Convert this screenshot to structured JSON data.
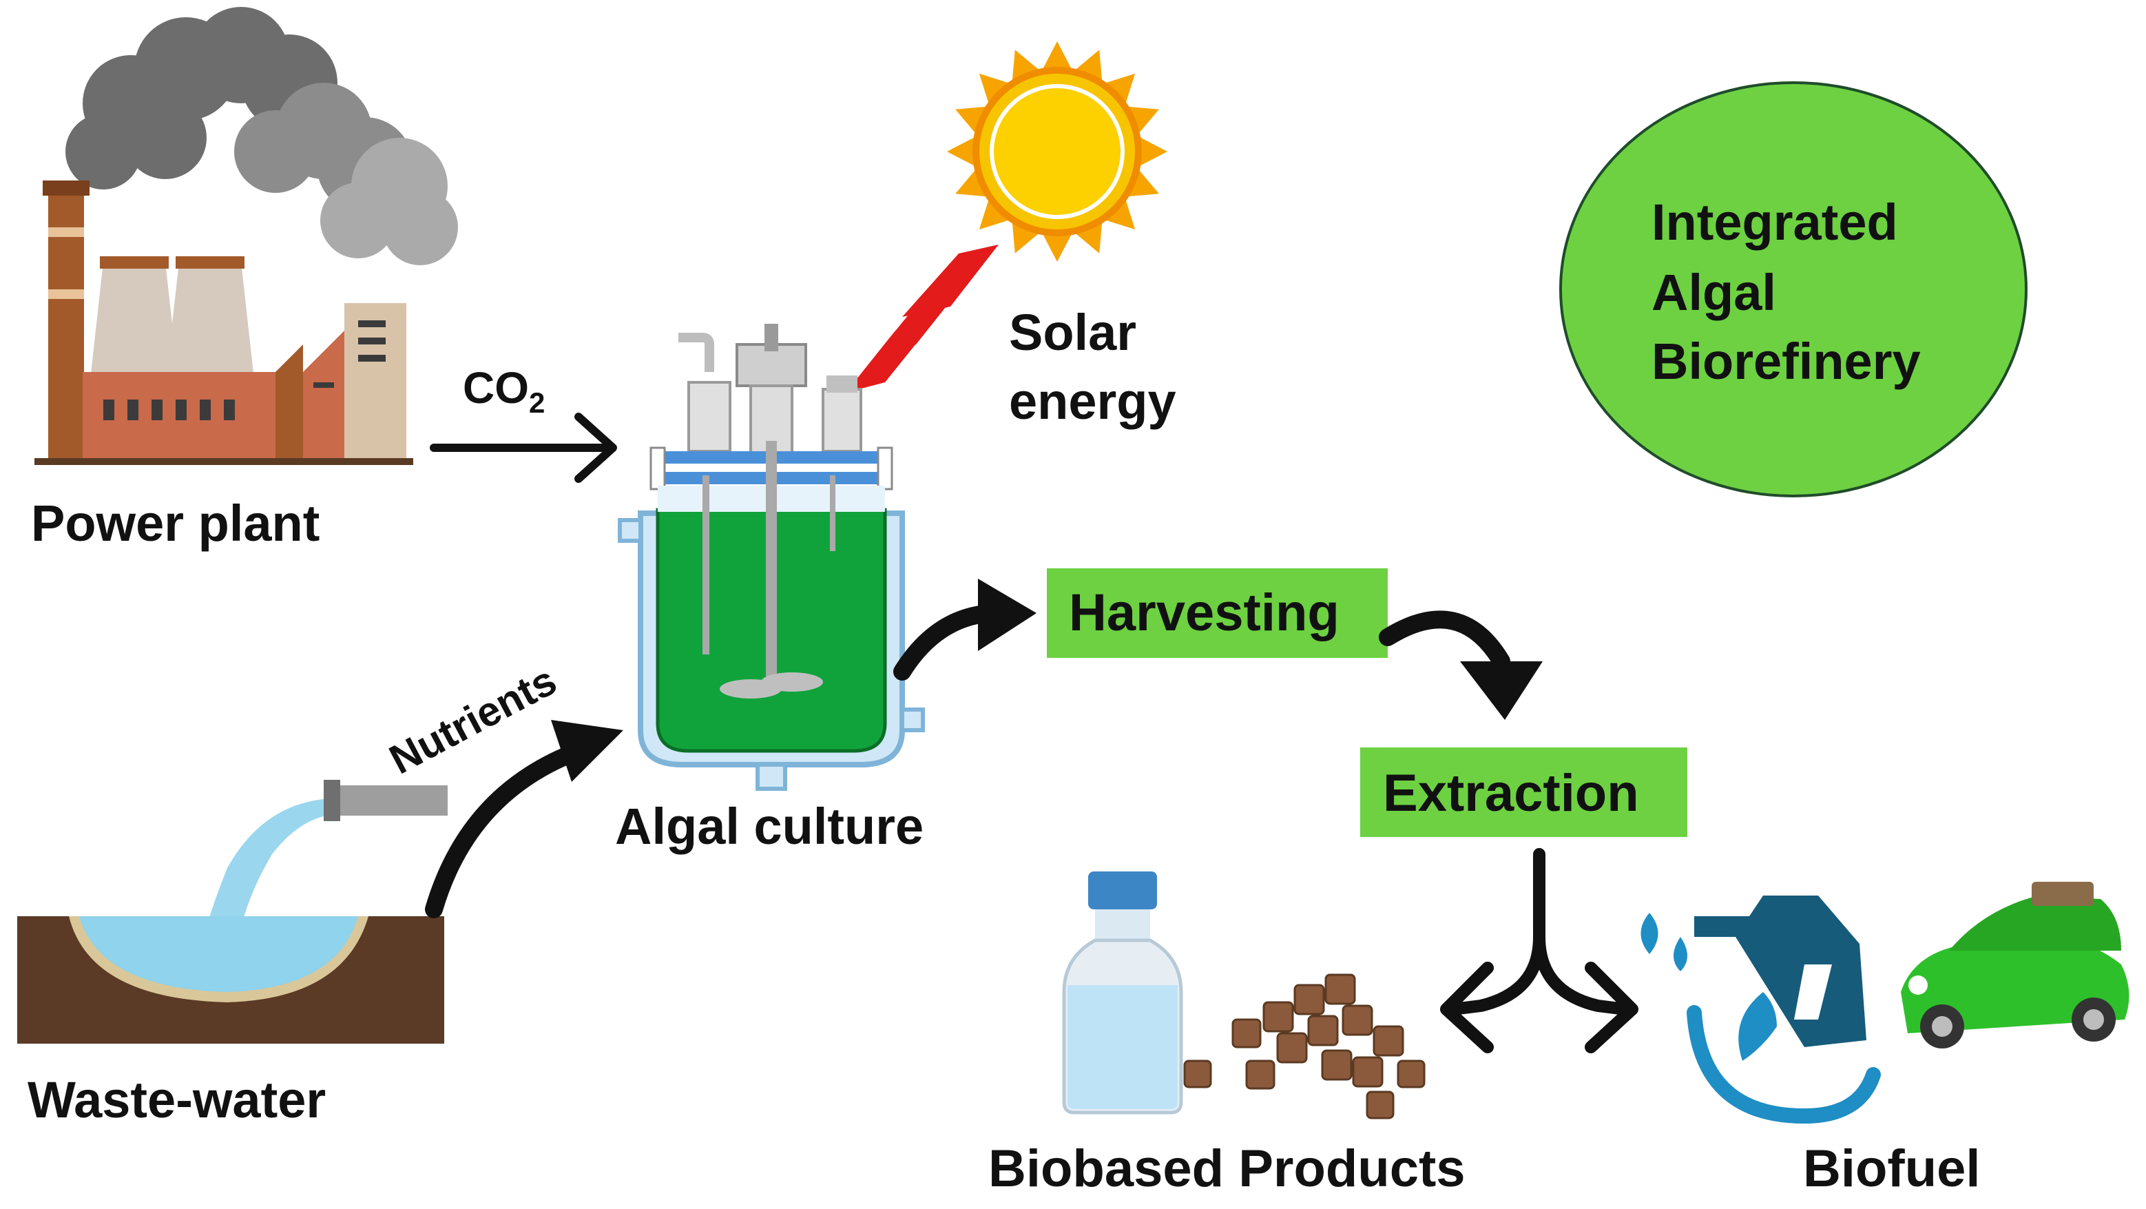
{
  "labels": {
    "power_plant": "Power plant",
    "co2_main": "CO",
    "co2_sub": "2",
    "solar_line1": "Solar",
    "solar_line2": "energy",
    "algal_culture": "Algal culture",
    "nutrients": "Nutrients",
    "waste_water": "Waste-water",
    "harvesting": "Harvesting",
    "extraction": "Extraction",
    "biobased_products": "Biobased Products",
    "biofuel": "Biofuel",
    "title_line1": "Integrated",
    "title_line2": "Algal",
    "title_line3": "Biorefinery"
  },
  "colors": {
    "highlight_green": "#6dd142",
    "culture_green": "#11a33b",
    "arrow_black": "#111111",
    "solar_red": "#e31b1b",
    "sun_yellow": "#f7b500",
    "water_blue": "#8fd3ec",
    "soil_brown": "#5b3a26",
    "biofuel_blue": "#1e8ec4",
    "car_green": "#2ec02b"
  },
  "icons": [
    "power-plant-icon",
    "sun-icon",
    "bioreactor-icon",
    "wastewater-pipe-icon",
    "bottle-icon",
    "biomass-pellets-icon",
    "fuel-pump-icon",
    "car-icon"
  ]
}
